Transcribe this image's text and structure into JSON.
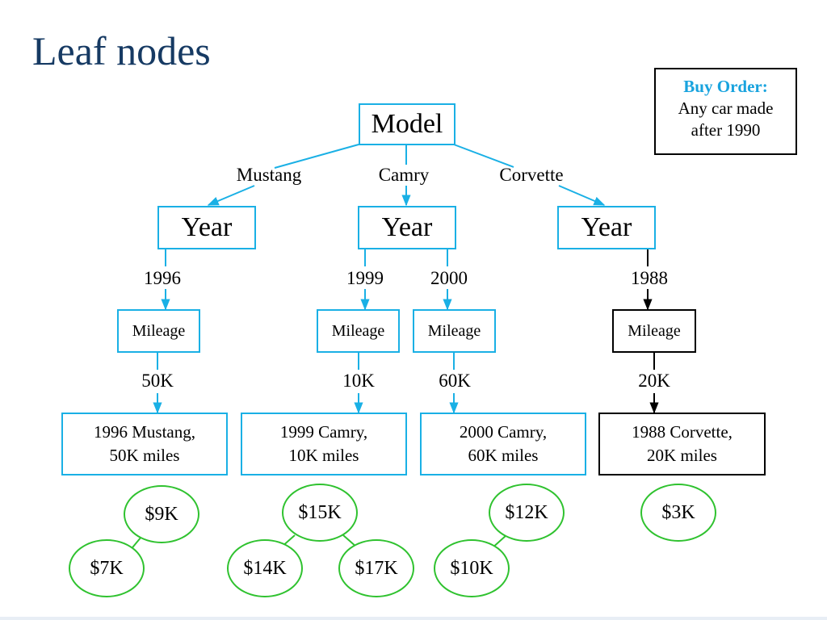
{
  "title": "Leaf nodes",
  "buy_order": {
    "label": "Buy Order:",
    "line1": "Any car made",
    "line2": "after 1990"
  },
  "root": "Model",
  "models": [
    "Mustang",
    "Camry",
    "Corvette"
  ],
  "year_label": "Year",
  "years": [
    "1996",
    "1999",
    "2000",
    "1988"
  ],
  "mileage_label": "Mileage",
  "miles": [
    "50K",
    "10K",
    "60K",
    "20K"
  ],
  "leaves": [
    {
      "line1": "1996 Mustang,",
      "line2": "50K miles"
    },
    {
      "line1": "1999 Camry,",
      "line2": "10K miles"
    },
    {
      "line1": "2000 Camry,",
      "line2": "60K miles"
    },
    {
      "line1": "1988 Corvette,",
      "line2": "20K miles"
    }
  ],
  "prices": [
    "$9K",
    "$7K",
    "$15K",
    "$14K",
    "$17K",
    "$12K",
    "$10K",
    "$3K"
  ],
  "colors": {
    "title": "#163a63",
    "highlight": "#1ab0e5",
    "price_circle": "#2fc22f",
    "excluded": "#000000"
  }
}
